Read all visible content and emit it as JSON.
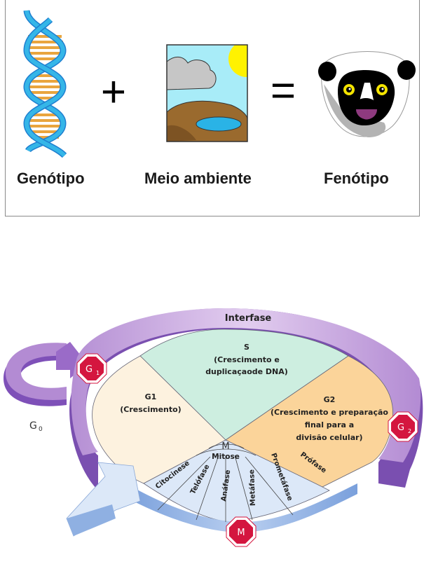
{
  "equation": {
    "genotype_label": "Genótipo",
    "environment_label": "Meio ambiente",
    "phenotype_label": "Fenótipo",
    "plus_symbol": "+",
    "equals_symbol": "=",
    "colors": {
      "dna_strand": "#35b6e8",
      "dna_rungs": "#e9a53e",
      "sky": "#a8ecf8",
      "sun": "#fff200",
      "ground": "#9a6a2e",
      "water": "#2ab3e6",
      "lemur_mouth": "#8e3a7f"
    }
  },
  "cell_cycle": {
    "interphase_label": "Interfase",
    "phases": {
      "s": {
        "title": "S",
        "line1": "(Crescimento e",
        "line2": "duplicaçaode DNA)"
      },
      "g1": {
        "title": "G1",
        "line1": "(Crescimento)"
      },
      "g2": {
        "title": "G2",
        "line1": "(Crescimento e preparação",
        "line2": "final para a",
        "line3": "divisão celular)"
      }
    },
    "m_label": "M",
    "mitosis_label": "Mitose",
    "mitosis_stages": [
      "Citocinese",
      "Telófase",
      "Anáfase",
      "Metáfase",
      "Prometáfase",
      "Prófase"
    ],
    "checkpoints": {
      "g1": "G",
      "g1_sub": "1",
      "g2": "G",
      "g2_sub": "2",
      "m": "M"
    },
    "g0_label": "G",
    "g0_sub": "0",
    "colors": {
      "ring": "#c8a3dc",
      "ring_dark": "#7a4fb0",
      "s": "#cdeee0",
      "g1": "#fdf2df",
      "g2": "#fbd49a",
      "mitosis": "#dce8f8",
      "checkpoint": "#d4163f"
    }
  }
}
